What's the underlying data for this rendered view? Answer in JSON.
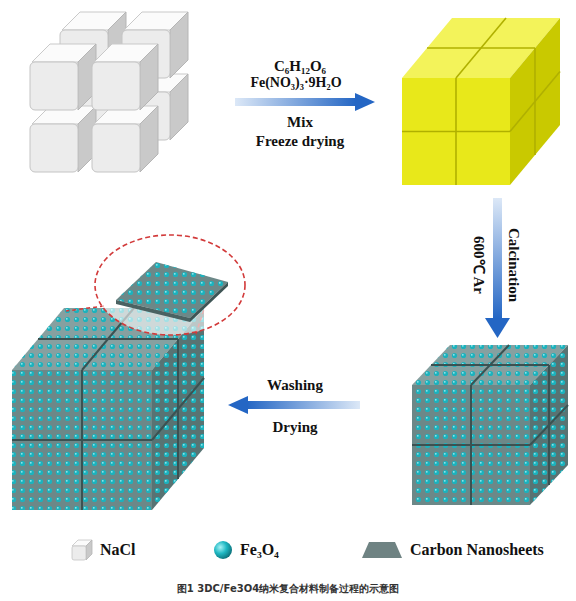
{
  "diagram": {
    "caption": "图1 3DC/Fe3O4纳米复合材料制备过程的示意图",
    "labels": [
      "C₆H₁₂O₆",
      "Fe(NO₃)₃·9H₂O",
      "Mix",
      "Freeze drying",
      "Calcination",
      "600℃ Ar",
      "Washing",
      "Drying"
    ],
    "legend": [
      {
        "text": "NaCl"
      },
      {
        "text": "Fe₃O₄"
      },
      {
        "text": "Carbon Nanosheets"
      }
    ]
  }
}
